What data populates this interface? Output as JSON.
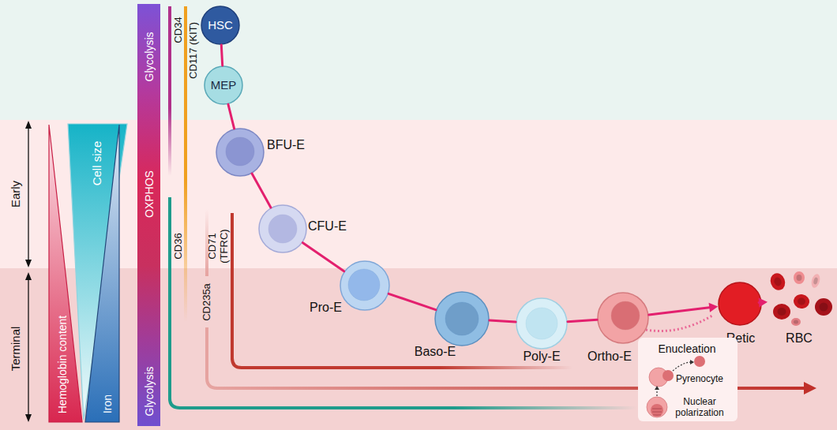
{
  "diagram": {
    "nodes": [
      {
        "text": [
          "HSC"
        ]
      },
      {
        "text": [
          "MEP"
        ]
      },
      {
        "text": [
          "BFU-E"
        ]
      },
      {
        "text": [
          "CFU-E"
        ]
      },
      {
        "text": [
          "Pro-E"
        ]
      },
      {
        "text": [
          "Baso-E"
        ]
      },
      {
        "text": [
          "Poly-E"
        ]
      },
      {
        "text": [
          "Ortho-E"
        ]
      },
      {
        "text": [
          "Retic"
        ]
      },
      {
        "text": [
          "RBC"
        ]
      },
      {
        "text": [
          "Hemoglobin content"
        ]
      },
      {
        "text": [
          "Cell size"
        ]
      },
      {
        "text": [
          "Iron"
        ]
      },
      {
        "text": [
          "Glycolysis",
          "OXPHOS",
          "Glycolysis"
        ]
      },
      {
        "text": [
          "Enucleation",
          "Pyrenocyte",
          "Nuclear polarization"
        ]
      }
    ],
    "edges": [
      {
        "from": 0,
        "to": 1,
        "arrow": "none"
      },
      {
        "from": 1,
        "to": 2,
        "arrow": "none"
      },
      {
        "from": 2,
        "to": 3,
        "arrow": "none"
      },
      {
        "from": 3,
        "to": 4,
        "arrow": "none"
      },
      {
        "from": 4,
        "to": 5,
        "arrow": "none"
      },
      {
        "from": 5,
        "to": 6,
        "arrow": "none"
      },
      {
        "from": 6,
        "to": 7,
        "arrow": "none"
      },
      {
        "from": 7,
        "to": 8,
        "arrow": "to"
      },
      {
        "from": 8,
        "to": 9,
        "arrow": "to"
      }
    ],
    "labels": [
      "Early",
      "Terminal",
      "CD34",
      "CD117 (KIT)",
      "CD36",
      "CD71 (TFRC)",
      "CD235a"
    ]
  }
}
